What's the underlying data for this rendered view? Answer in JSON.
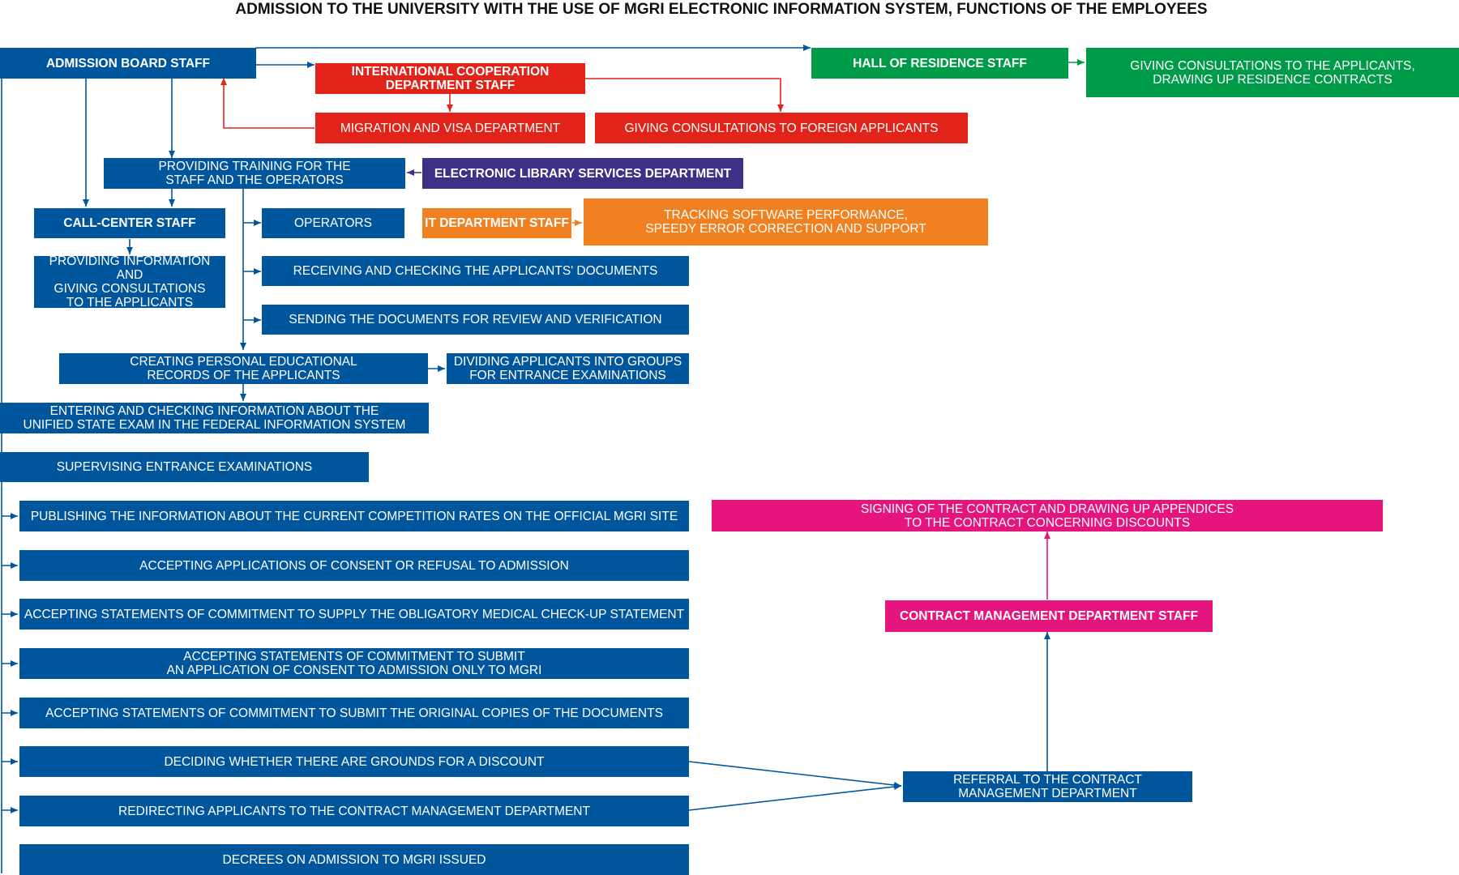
{
  "title": "ADMISSION TO THE UNIVERSITY WITH THE USE OF MGRI ELECTRONIC INFORMATION SYSTEM, FUNCTIONS OF THE EMPLOYEES",
  "colors": {
    "blue": "#00569c",
    "red": "#e2231a",
    "green": "#009b48",
    "purple": "#3f2f87",
    "orange": "#f08020",
    "magenta": "#e5157d",
    "background": "#ffffff"
  },
  "boxes": {
    "admission_board": "ADMISSION BOARD STAFF",
    "international_coop": "INTERNATIONAL COOPERATION\nDEPARTMENT STAFF",
    "hall_of_residence": "HALL OF RESIDENCE STAFF",
    "residence_consult": "GIVING CONSULTATIONS TO THE APPLICANTS,\nDRAWING UP RESIDENCE CONTRACTS",
    "migration_visa": "MIGRATION AND VISA DEPARTMENT",
    "foreign_consult": "GIVING CONSULTATIONS TO FOREIGN APPLICANTS",
    "training": "PROVIDING TRAINING FOR THE\nSTAFF AND THE OPERATORS",
    "library": "ELECTRONIC LIBRARY SERVICES DEPARTMENT",
    "call_center": "CALL-CENTER STAFF",
    "operators": "OPERATORS",
    "it_staff": "IT DEPARTMENT STAFF",
    "it_tasks": "TRACKING SOFTWARE PERFORMANCE,\nSPEEDY ERROR CORRECTION AND SUPPORT",
    "providing_info": "PROVIDING INFORMATION AND\nGIVING CONSULTATIONS\nTO THE APPLICANTS",
    "receiving_docs": "RECEIVING AND CHECKING THE APPLICANTS' DOCUMENTS",
    "sending_docs": "SENDING THE DOCUMENTS FOR REVIEW AND VERIFICATION",
    "personal_records": "CREATING PERSONAL EDUCATIONAL\nRECORDS OF THE APPLICANTS",
    "dividing_groups": "DIVIDING APPLICANTS INTO GROUPS\nFOR ENTRANCE EXAMINATIONS",
    "unified_exam": "ENTERING AND CHECKING INFORMATION ABOUT THE\nUNIFIED STATE EXAM IN THE FEDERAL INFORMATION SYSTEM",
    "supervising": "SUPERVISING ENTRANCE EXAMINATIONS",
    "publishing": "PUBLISHING THE INFORMATION ABOUT THE CURRENT COMPETITION RATES ON THE OFFICIAL MGRI SITE",
    "consent_refusal": "ACCEPTING APPLICATIONS OF CONSENT OR REFUSAL TO ADMISSION",
    "medical": "ACCEPTING STATEMENTS OF COMMITMENT TO SUPPLY THE OBLIGATORY MEDICAL CHECK-UP STATEMENT",
    "consent_only": "ACCEPTING STATEMENTS OF COMMITMENT TO SUBMIT\nAN APPLICATION OF CONSENT TO ADMISSION ONLY TO MGRI",
    "original_copies": "ACCEPTING STATEMENTS OF COMMITMENT TO SUBMIT THE ORIGINAL COPIES OF THE DOCUMENTS",
    "discount": "DECIDING WHETHER THERE ARE GROUNDS FOR A DISCOUNT",
    "redirecting": "REDIRECTING APPLICANTS TO THE CONTRACT MANAGEMENT DEPARTMENT",
    "decrees": "DECREES ON ADMISSION TO MGRI ISSUED",
    "signing_contract": "SIGNING OF THE CONTRACT AND DRAWING UP APPENDICES\nTO THE CONTRACT CONCERNING DISCOUNTS",
    "contract_staff": "CONTRACT MANAGEMENT DEPARTMENT STAFF",
    "referral": "REFERRAL TO THE  CONTRACT\nMANAGEMENT DEPARTMENT"
  }
}
